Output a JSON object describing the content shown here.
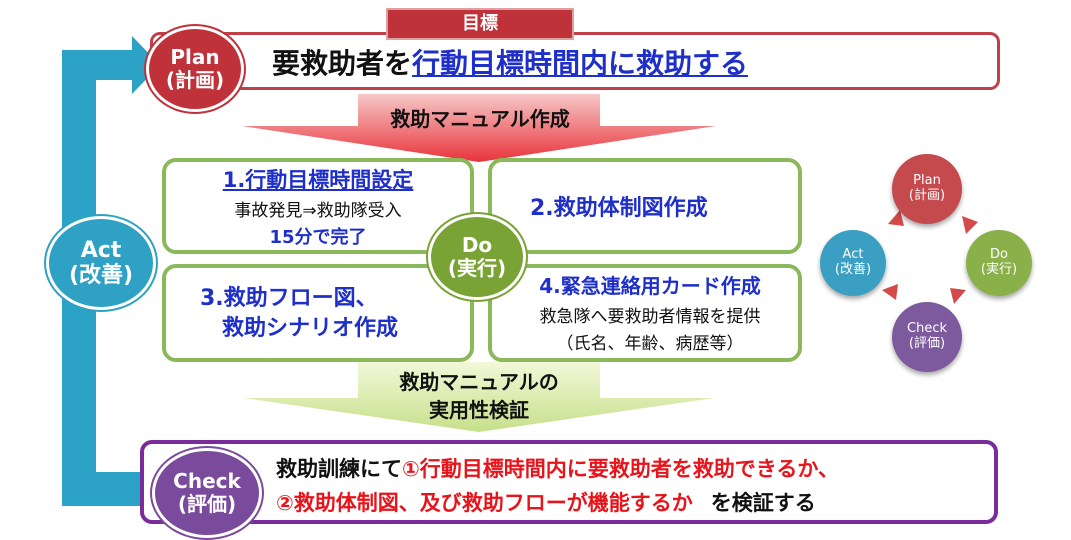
{
  "plan": {
    "tag": "目標",
    "circle_line1": "Plan",
    "circle_line2": "(計画)",
    "goal_prefix": "要救助者を",
    "goal_link": "行動目標時間内に救助する"
  },
  "manual_label": "救助マニュアル作成",
  "do": {
    "circle_line1": "Do",
    "circle_line2": "(実行)",
    "box1": {
      "title": "1.行動目標時間設定",
      "line2": "事故発見⇒救助隊受入",
      "line3": "15分で完了"
    },
    "box2": {
      "title": "2.救助体制図作成"
    },
    "box3": {
      "line1": "3.救助フロー図、",
      "line2": "救助シナリオ作成"
    },
    "box4": {
      "title": "4.緊急連絡用カード作成",
      "line2": "救急隊へ要救助者情報を提供",
      "line3": "（氏名、年齢、病歴等）"
    }
  },
  "verify_label": {
    "line1": "救助マニュアルの",
    "line2": "実用性検証"
  },
  "act": {
    "line1": "Act",
    "line2": "(改善)"
  },
  "check": {
    "circle_line1": "Check",
    "circle_line2": "(評価)",
    "line1_prefix": "救助訓練にて",
    "line1_red": "①行動目標時間内に要救助者を救助できるか、",
    "line2_red": "②救助体制図、及び救助フローが機能するか",
    "line2_suffix": "を検証する"
  },
  "cycle": {
    "plan": "Plan",
    "plan_jp": "(計画)",
    "do": "Do",
    "do_jp": "(実行)",
    "check": "Check",
    "check_jp": "(評価)",
    "act": "Act",
    "act_jp": "(改善)"
  },
  "colors": {
    "plan": "#c0323a",
    "do": "#7aa335",
    "check": "#7a4a9c",
    "act": "#2fa1c4",
    "plan_border": "#c0404a",
    "do_border": "#8ab85a",
    "check_border": "#7a2d9a",
    "text_blue": "#1f2fc9",
    "text_red": "#e8141b"
  }
}
